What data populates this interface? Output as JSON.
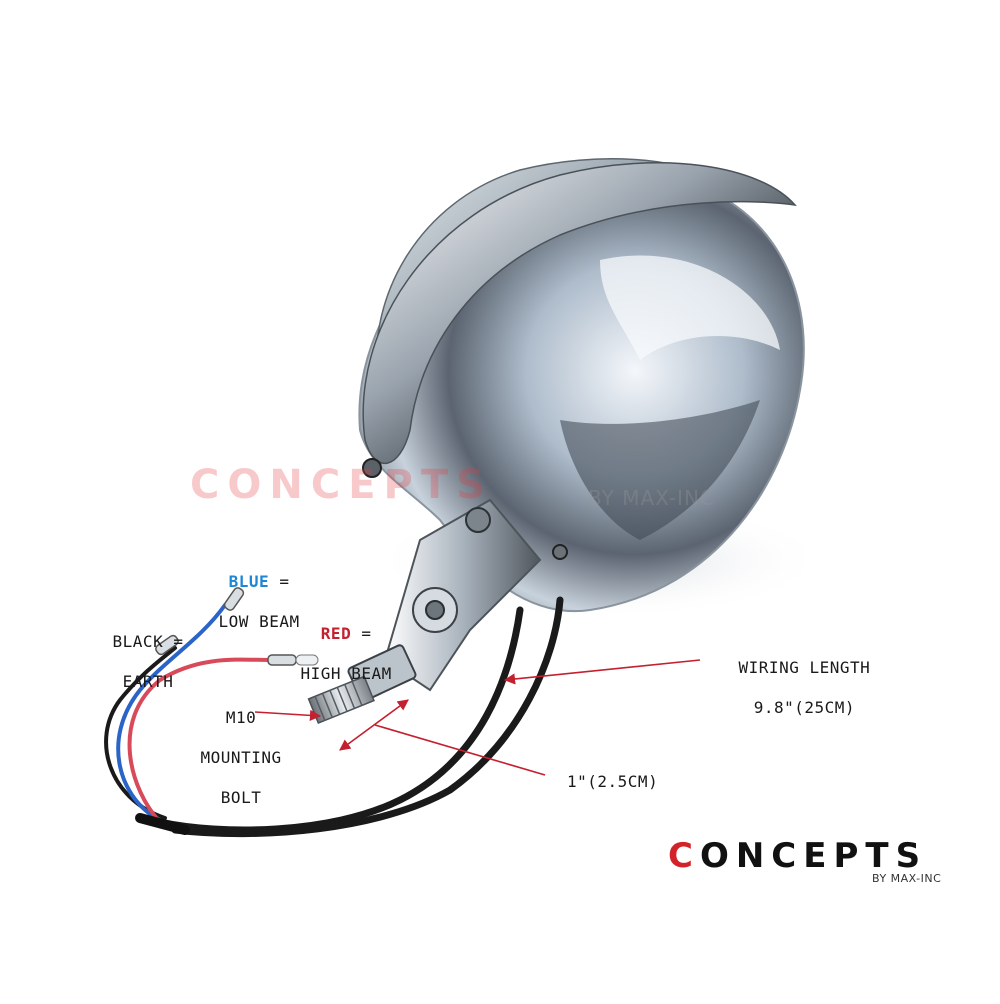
{
  "watermark": {
    "brand": "CONCEPTS",
    "sub": "BY MAX-INC"
  },
  "logo": {
    "first": "C",
    "rest": "ONCEPTS",
    "sub": "BY MAX-INC"
  },
  "labels": {
    "blue_word": "BLUE",
    "blue_eq": " =",
    "blue_desc": "LOW BEAM",
    "red_word": "RED",
    "red_eq": " =",
    "red_desc": "HIGH BEAM",
    "black_line1": "BLACK =",
    "black_line2": "EARTH",
    "bolt_line1": "M10",
    "bolt_line2": "MOUNTING",
    "bolt_line3": "BOLT",
    "wiring_line1": "WIRING LENGTH",
    "wiring_line2": "9.8\"(25CM)",
    "bolt_length": "1\"(2.5CM)"
  },
  "colors": {
    "blue_wire": "#2b64c8",
    "red_wire": "#d84a5a",
    "black_wire": "#1a1a1a",
    "arrow": "#c4202f",
    "chrome_dark": "#3a3f45",
    "chrome_light": "#eef2f6"
  }
}
